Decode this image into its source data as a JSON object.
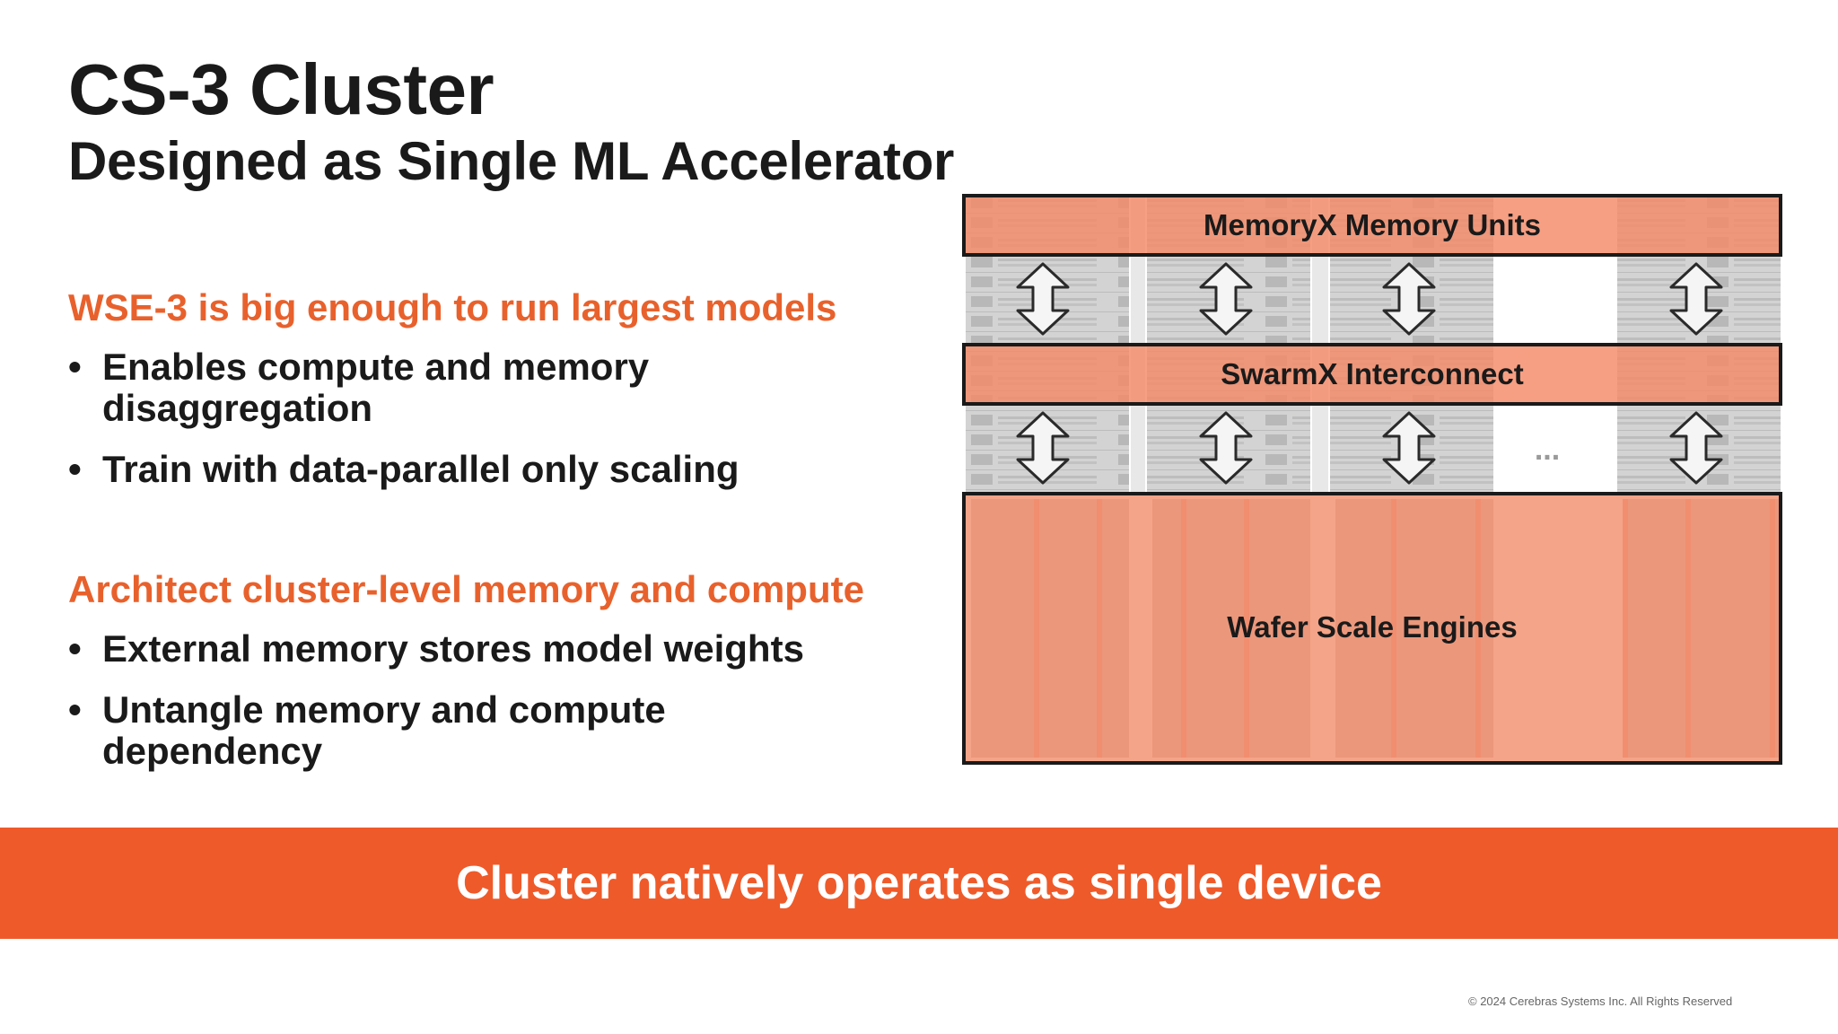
{
  "slide": {
    "title": "CS-3 Cluster",
    "subtitle": "Designed as Single ML Accelerator"
  },
  "sections": [
    {
      "heading": "WSE-3 is big enough to run largest models",
      "bullets": [
        [
          "Enables compute and memory",
          "disaggregation"
        ],
        [
          "Train with data-parallel only scaling"
        ]
      ]
    },
    {
      "heading": "Architect cluster-level memory and compute",
      "bullets": [
        [
          "External memory stores model weights"
        ],
        [
          "Untangle memory and compute",
          "dependency"
        ]
      ]
    }
  ],
  "diagram": {
    "memory_label": "MemoryX Memory Units",
    "swarm_label": "SwarmX Interconnect",
    "wse_label": "Wafer Scale Engines",
    "ellipsis": "...",
    "colors": {
      "band": "#f48a68",
      "wse": "#f4a488",
      "rack": "#cfcfcf",
      "border": "#1a1a1a"
    }
  },
  "banner": {
    "text": "Cluster natively operates as single device"
  },
  "footer": {
    "copyright": "© 2024 Cerebras Systems Inc. All Rights Reserved"
  }
}
